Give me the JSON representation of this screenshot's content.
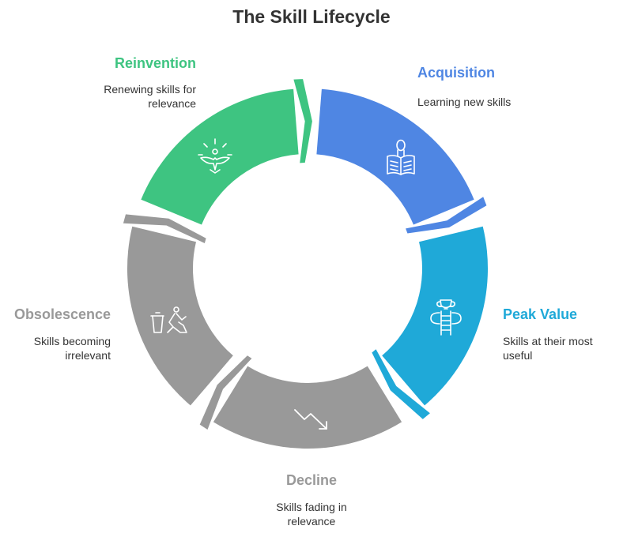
{
  "title": "The Skill Lifecycle",
  "stages": [
    {
      "name": "Acquisition",
      "description": "Learning new skills",
      "color": "#4F86E3",
      "icon": "reading-person-icon"
    },
    {
      "name": "Peak Value",
      "description": "Skills at their most useful",
      "color": "#1FA9D8",
      "icon": "trophy-ladder-icon"
    },
    {
      "name": "Decline",
      "description": "Skills fading in relevance",
      "color": "#999999",
      "icon": "trend-down-icon"
    },
    {
      "name": "Obsolescence",
      "description": "Skills becoming irrelevant",
      "color": "#999999",
      "icon": "trash-icon"
    },
    {
      "name": "Reinvention",
      "description": "Renewing skills for relevance",
      "color": "#3EC481",
      "icon": "phoenix-icon"
    }
  ],
  "colors": {
    "title": "#333333",
    "obsolescence_label": "#999999",
    "decline_label": "#999999"
  }
}
